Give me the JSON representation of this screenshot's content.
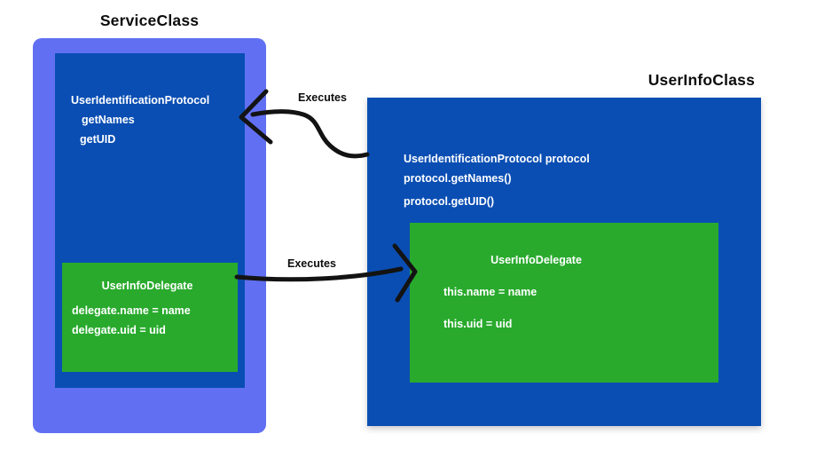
{
  "service_class": {
    "title": "ServiceClass",
    "protocol_box": {
      "title": "UserIdentificationProtocol",
      "lines": [
        "getNames",
        "getUID"
      ]
    },
    "delegate_box": {
      "title": "UserInfoDelegate",
      "lines": [
        "delegate.name = name",
        "delegate.uid = uid"
      ]
    }
  },
  "user_info_class": {
    "title": "UserInfoClass",
    "lines": [
      "UserIdentificationProtocol protocol",
      "protocol.getNames()",
      "protocol.getUID()"
    ],
    "delegate_box": {
      "title": "UserInfoDelegate",
      "lines": [
        "this.name = name",
        "this.uid = uid"
      ]
    }
  },
  "arrows": {
    "top_label": "Executes",
    "bottom_label": "Executes"
  },
  "colors": {
    "outer_purple_blue": "#6170f2",
    "inner_dark_blue": "#0a4eb3",
    "delegate_green": "#29aa2d",
    "arrow_black": "#131313",
    "background": "#ffffff"
  }
}
